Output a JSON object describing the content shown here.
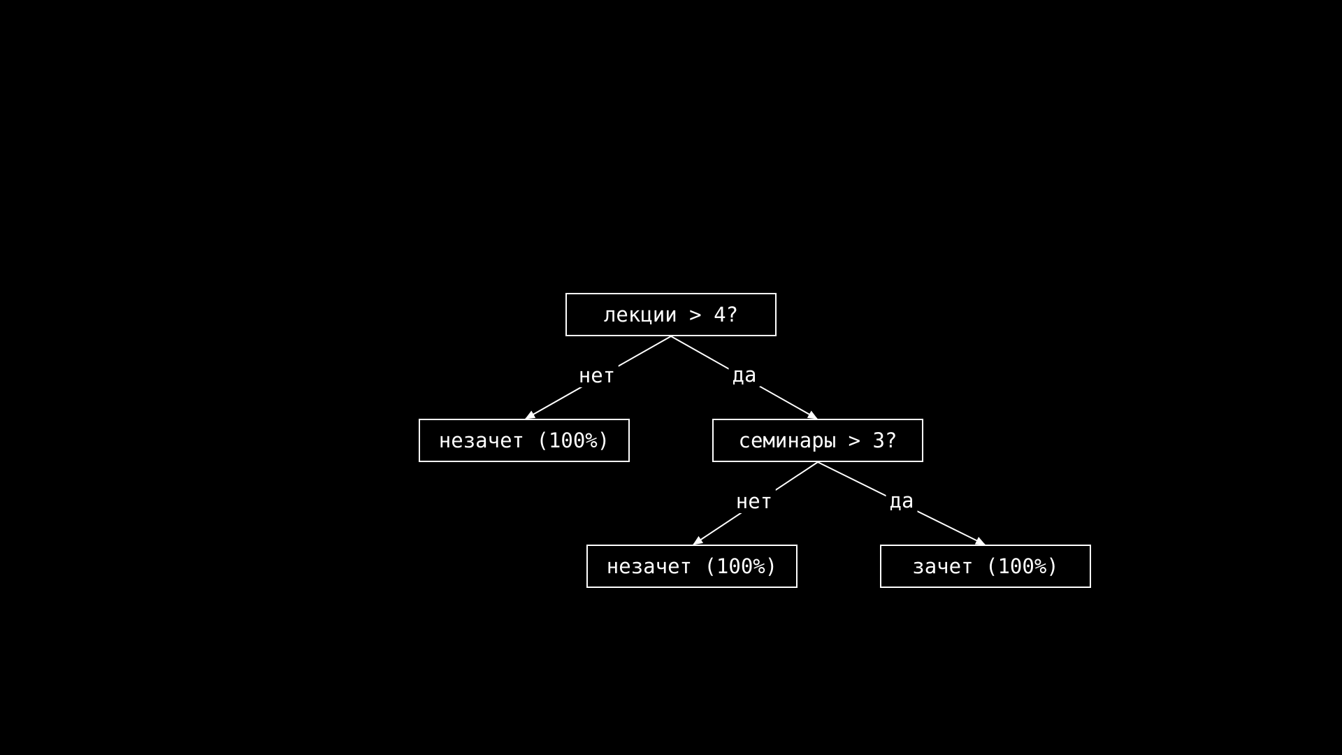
{
  "diagram": {
    "nodes": {
      "root": {
        "label": "лекции > 4?"
      },
      "left_leaf": {
        "label": "незачет (100%)"
      },
      "seminars": {
        "label": "семинары > 3?"
      },
      "mid_leaf": {
        "label": "незачет (100%)"
      },
      "right_leaf": {
        "label": "зачет (100%)"
      }
    },
    "edges": [
      {
        "from": "root",
        "to": "left_leaf",
        "label": "нет"
      },
      {
        "from": "root",
        "to": "seminars",
        "label": "да"
      },
      {
        "from": "seminars",
        "to": "mid_leaf",
        "label": "нет"
      },
      {
        "from": "seminars",
        "to": "right_leaf",
        "label": "да"
      }
    ],
    "colors": {
      "background": "#000000",
      "foreground": "#ffffff"
    }
  }
}
